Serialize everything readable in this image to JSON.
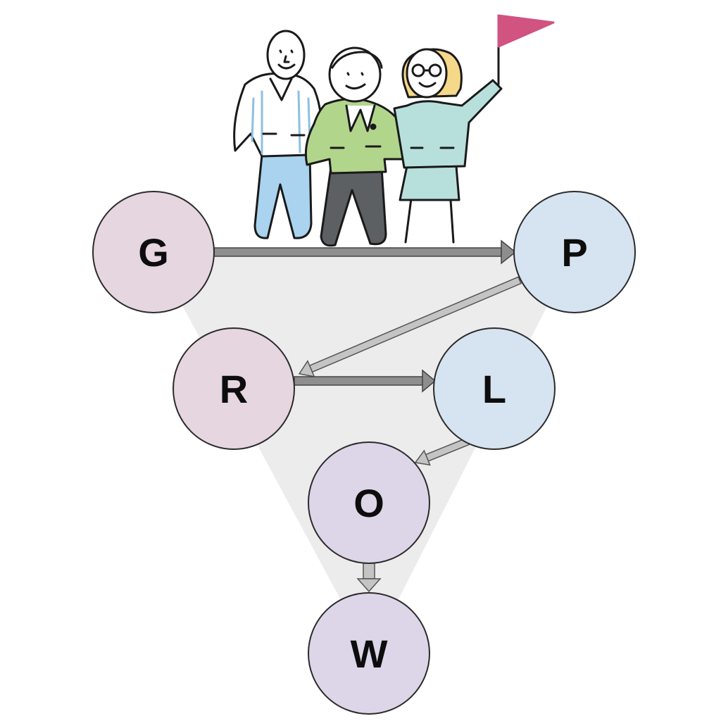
{
  "diagram": {
    "nodes": [
      {
        "id": "G",
        "label": "G",
        "color": "#e6d6df"
      },
      {
        "id": "P",
        "label": "P",
        "color": "#d6e3f1"
      },
      {
        "id": "R",
        "label": "R",
        "color": "#e6d6df"
      },
      {
        "id": "L",
        "label": "L",
        "color": "#d6e3f1"
      },
      {
        "id": "O",
        "label": "O",
        "color": "#dcd6e8"
      },
      {
        "id": "W",
        "label": "W",
        "color": "#dcd6e8"
      }
    ],
    "edges": [
      {
        "from": "G",
        "to": "P"
      },
      {
        "from": "P",
        "to": "R"
      },
      {
        "from": "R",
        "to": "L"
      },
      {
        "from": "L",
        "to": "O"
      },
      {
        "from": "O",
        "to": "W"
      }
    ],
    "colors": {
      "funnel": "#ececec",
      "arrow_dark": "#8e8e8e",
      "arrow_light": "#c4c4c4",
      "flag": "#d1537f"
    }
  },
  "illustration": {
    "figures": [
      "man-striped-shirt",
      "man-green-jacket",
      "woman-teal-dress-with-flag"
    ]
  }
}
